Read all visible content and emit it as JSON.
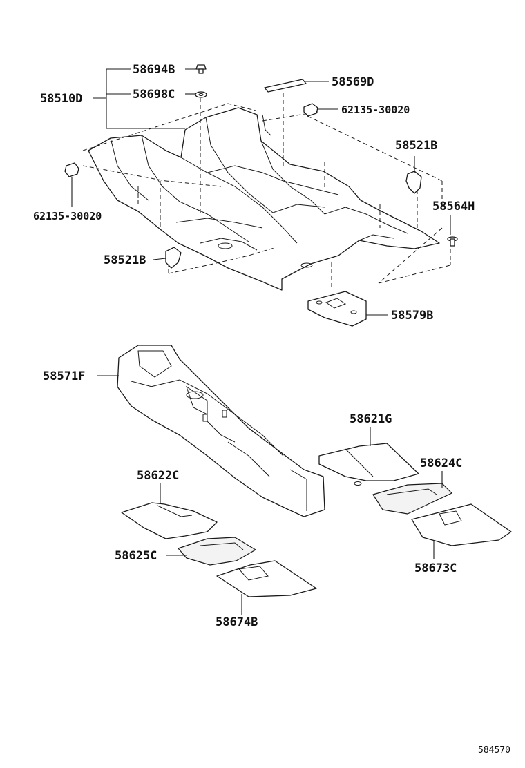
{
  "labels": {
    "l_58694B": "58694B",
    "l_58698C": "58698C",
    "l_58510D": "58510D",
    "l_58569D": "58569D",
    "l_62135_top": "62135-30020",
    "l_58521B_r": "58521B",
    "l_58564H": "58564H",
    "l_62135_left": "62135-30020",
    "l_58521B_l": "58521B",
    "l_58579B": "58579B",
    "l_58571F": "58571F",
    "l_58621G": "58621G",
    "l_58624C": "58624C",
    "l_58622C": "58622C",
    "l_58625C": "58625C",
    "l_58673C": "58673C",
    "l_58674B": "58674B"
  },
  "figure_ref": "584570"
}
